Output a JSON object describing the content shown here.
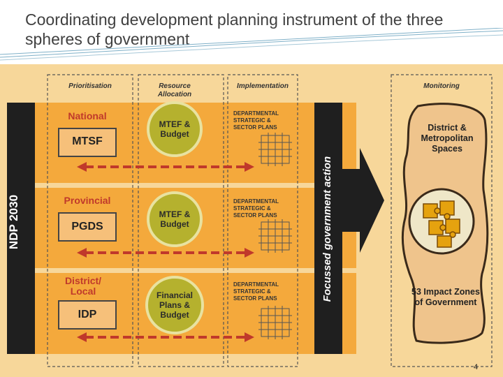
{
  "slide": {
    "title": "Coordinating development planning instrument of the three spheres of government",
    "page_number": "4"
  },
  "diagram": {
    "columns": [
      "Prioritisation",
      "Resource Allocation",
      "Implementation",
      "Monitoring"
    ],
    "side_label": "NDP 2030",
    "action_label": "Focussed government action",
    "rows": [
      {
        "sphere": "National",
        "plan": "MTSF",
        "budget": "MTEF & Budget",
        "implementation": "DEPARTMENTAL STRATEGIC & SECTOR PLANS"
      },
      {
        "sphere": "Provincial",
        "plan": "PGDS",
        "budget": "MTEF & Budget",
        "implementation": "DEPARTMENTAL STRATEGIC & SECTOR PLANS"
      },
      {
        "sphere": "District/ Local",
        "plan": "IDP",
        "budget": "Financial Plans & Budget",
        "implementation": "DEPARTMENTAL STRATEGIC & SECTOR PLANS"
      }
    ],
    "monitoring_top": "District & Metropolitan Spaces",
    "monitoring_bottom": "53 Impact Zones of Government",
    "colors": {
      "background": "#f7d79a",
      "row_band": "#f4a93c",
      "side_bar": "#1f1f1f",
      "circle": "#b5b12e",
      "arrow_dash": "#c0392b",
      "puzzle": "#e5a20f"
    }
  }
}
